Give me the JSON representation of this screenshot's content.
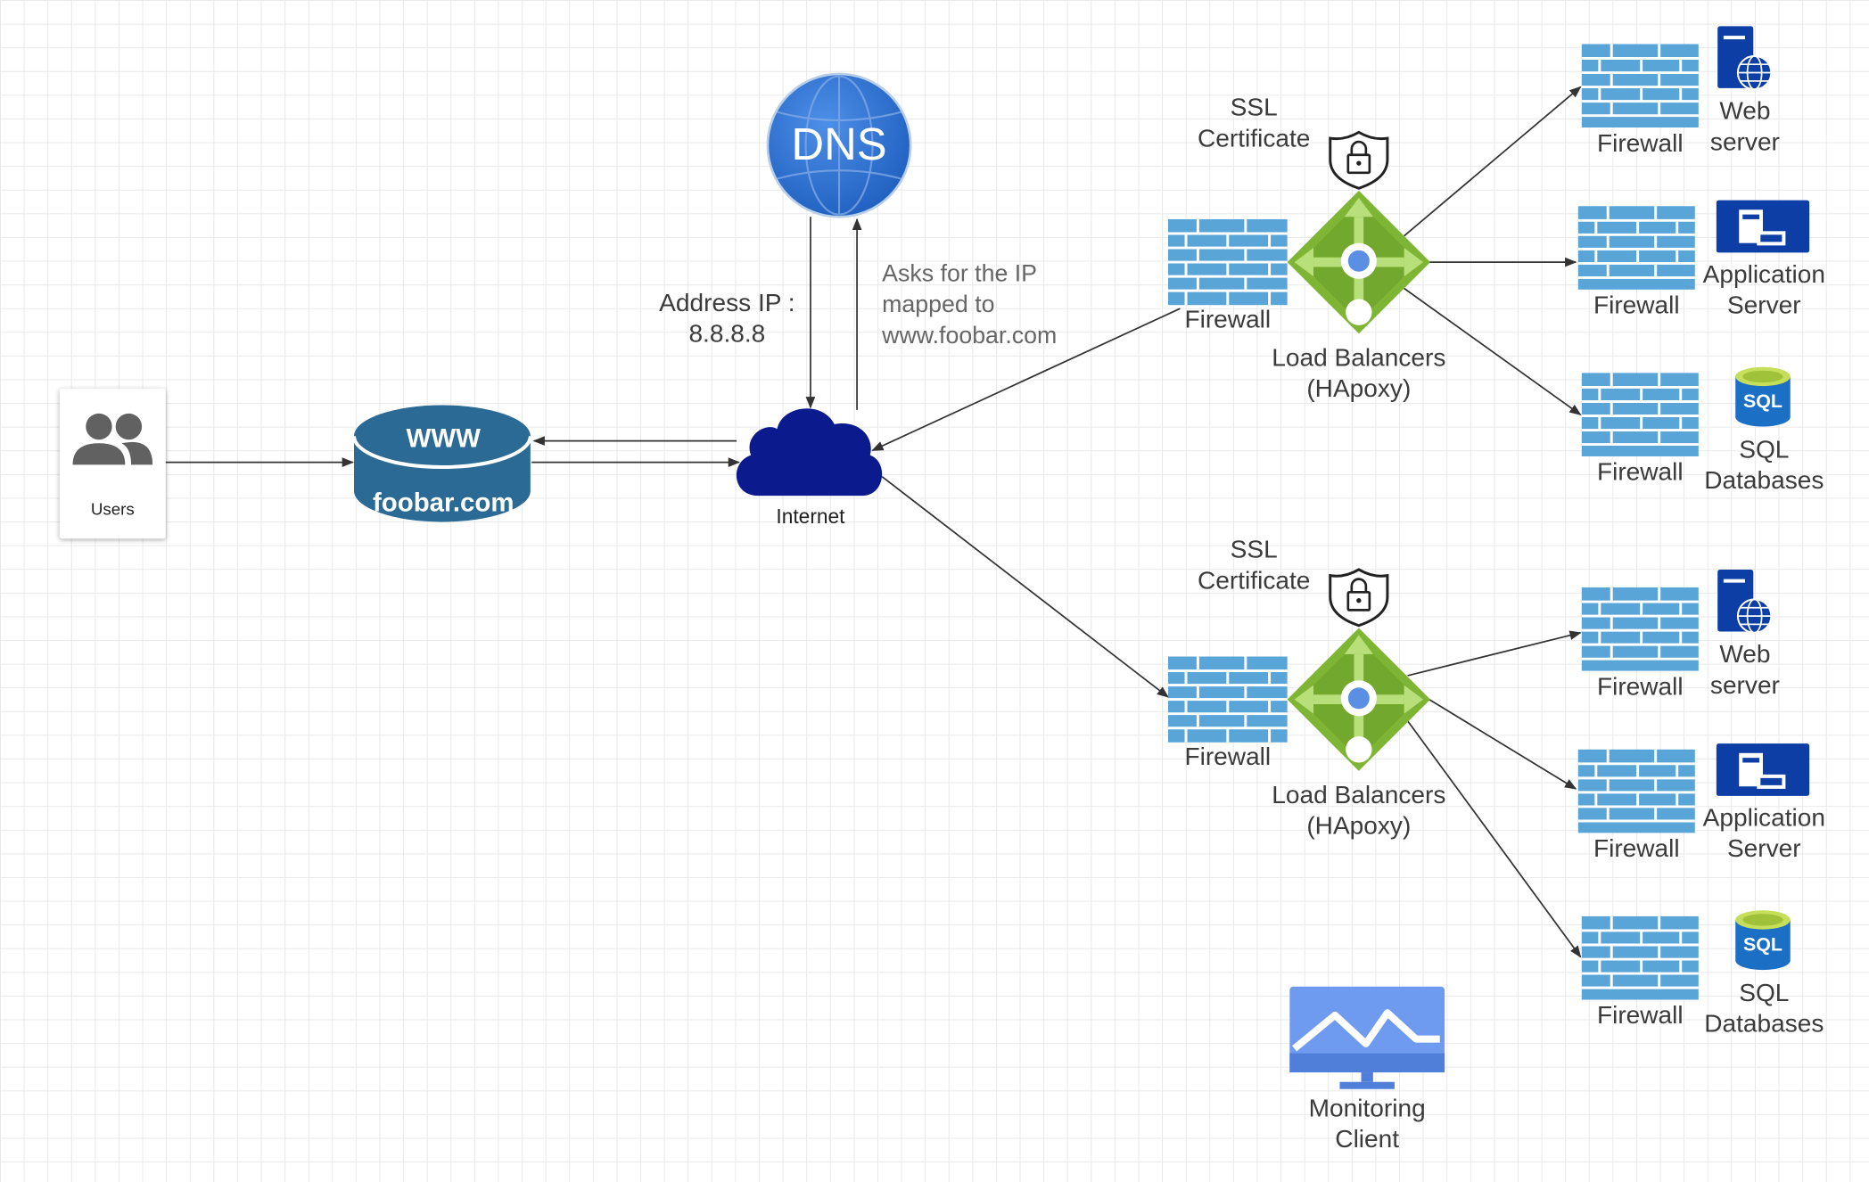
{
  "users": {
    "label": "Users",
    "icon": "users-icon"
  },
  "website": {
    "top": "WWW",
    "bottom": "foobar.com",
    "color": "#2b6a95"
  },
  "dns": {
    "label": "DNS",
    "color": "#2d73d1"
  },
  "internet": {
    "label": "Internet",
    "color": "#0b1a8c"
  },
  "annotations": {
    "address_line1": "Address IP :",
    "address_line2": "8.8.8.8",
    "asks_line1": "Asks for the IP",
    "asks_line2": "mapped to",
    "asks_line3": "www.foobar.com"
  },
  "clusters": [
    {
      "ssl_line1": "SSL",
      "ssl_line2": "Certificate",
      "firewall": "Firewall",
      "lb_line1": "Load Balancers",
      "lb_line2": "(HApoxy)",
      "servers": [
        {
          "firewall": "Firewall",
          "line1": "Web",
          "line2": "server"
        },
        {
          "firewall": "Firewall",
          "line1": "Application",
          "line2": "Server"
        },
        {
          "firewall": "Firewall",
          "line1": "SQL",
          "line2": "Databases"
        }
      ]
    },
    {
      "ssl_line1": "SSL",
      "ssl_line2": "Certificate",
      "firewall": "Firewall",
      "lb_line1": "Load Balancers",
      "lb_line2": "(HApoxy)",
      "servers": [
        {
          "firewall": "Firewall",
          "line1": "Web",
          "line2": "server"
        },
        {
          "firewall": "Firewall",
          "line1": "Application",
          "line2": "Server"
        },
        {
          "firewall": "Firewall",
          "line1": "SQL",
          "line2": "Databases"
        }
      ]
    }
  ],
  "monitoring": {
    "line1": "Monitoring",
    "line2": "Client"
  },
  "colors": {
    "firewall": "#5aa5d8",
    "lb_green": "#7fb534",
    "server_navy": "#0d3ea6",
    "sql_blue": "#1b6fc4",
    "monitor": "#6e9bef"
  }
}
